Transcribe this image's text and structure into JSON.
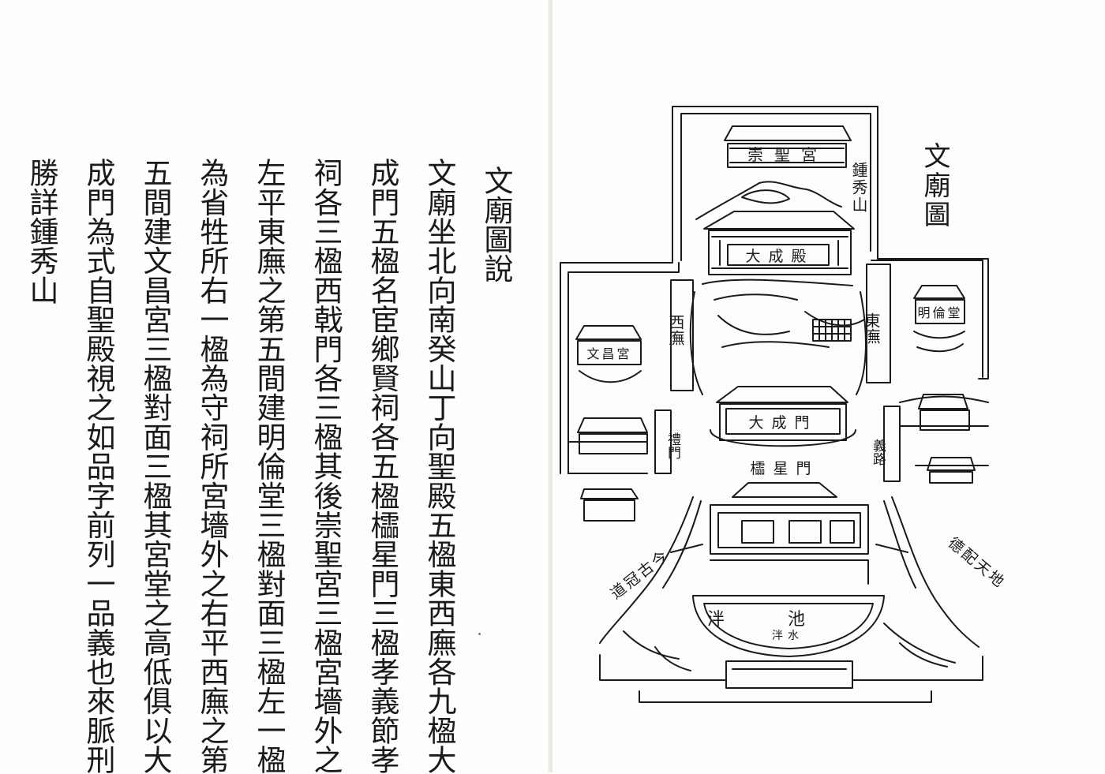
{
  "text": {
    "columns": [
      "文廟圖說",
      "文廟坐北向南癸山丁向聖殿五楹東西廡各九楹大",
      "成門五楹名宦鄉賢祠各五楹櫺星門三楹孝義節孝",
      "祠各三楹西戟門各三楹其後崇聖宮三楹宮墻外之",
      "左平東廡之第五間建明倫堂三楹對面三楹左一楹",
      "為省牲所右一楹為守祠所宮墻外之右平西廡之第",
      "五間建文昌宮三楹對面三楹其宮堂之高低俱以大",
      "成門為式自聖殿視之如品字前列一品義也來脈刑",
      "勝詳鍾秀山"
    ]
  },
  "map": {
    "title": "文廟圖",
    "labels": {
      "chongsheng": "崇聖宮",
      "zhongxiu": "鍾秀山",
      "dacheng_hall": "大成殿",
      "minglun": "明倫堂",
      "wenchang": "文昌宮",
      "east_wu": "東廡",
      "west_wu": "西廡",
      "dacheng_gate": "大成門",
      "lingxing": "櫺星門",
      "left_road": "道冠古今",
      "right_road": "德配天地",
      "pool": "泮池",
      "pool_sub": "泮水",
      "left_gate": "禮門",
      "right_gate": "義路"
    }
  }
}
